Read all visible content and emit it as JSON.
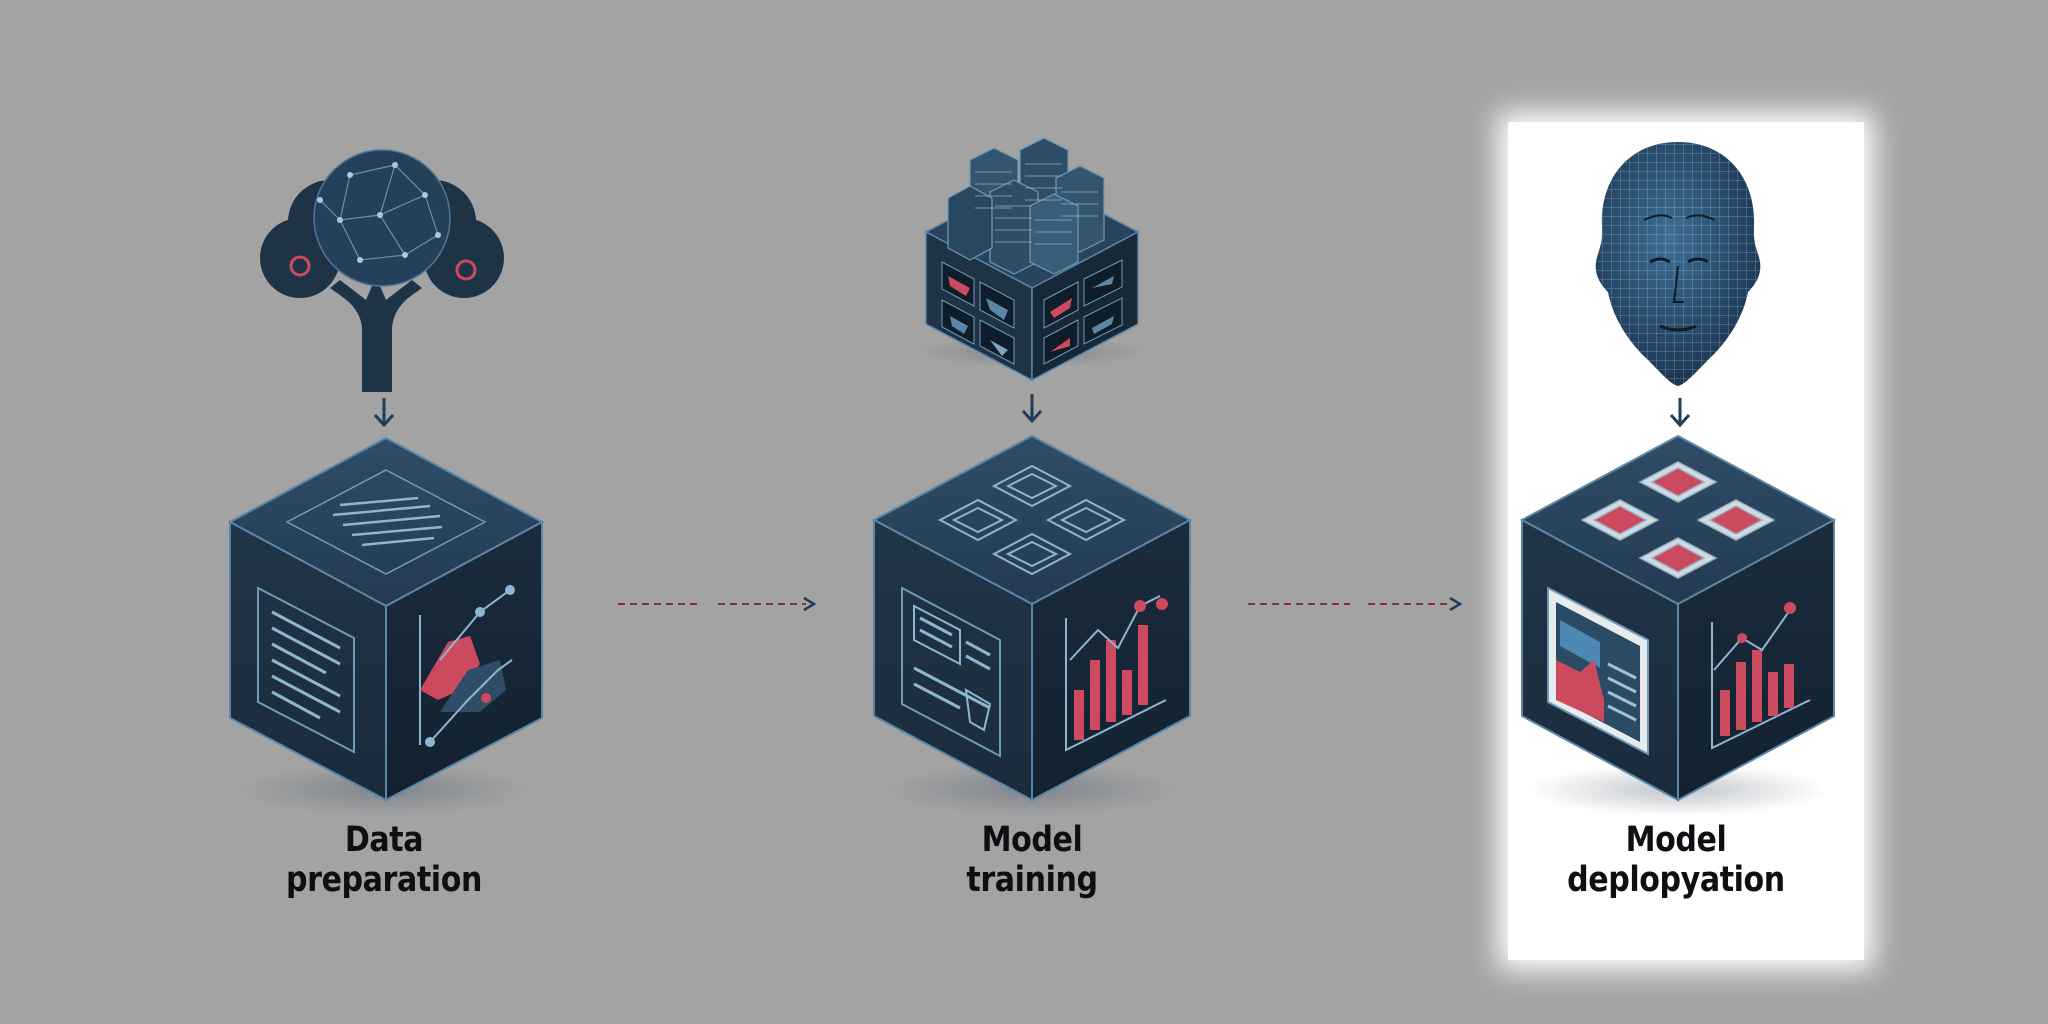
{
  "stages": [
    {
      "label_line1": "Data",
      "label_line2": "preparation",
      "icon": "data-tree-icon",
      "highlighted": false
    },
    {
      "label_line1": "Model",
      "label_line2": "training",
      "icon": "server-block-icon",
      "highlighted": false
    },
    {
      "label_line1": "Model",
      "label_line2": "deplopyation",
      "icon": "wireframe-head-icon",
      "highlighted": true
    }
  ],
  "colors": {
    "background": "#a3a3a3",
    "cube_dark": "#1f3347",
    "cube_top": "#29445c",
    "accent_red": "#cc4a5e",
    "line_light": "#7fa6c0",
    "arrow_navy": "#223d56",
    "dash_red": "#8a2f3a",
    "highlight_panel": "#ffffff"
  }
}
